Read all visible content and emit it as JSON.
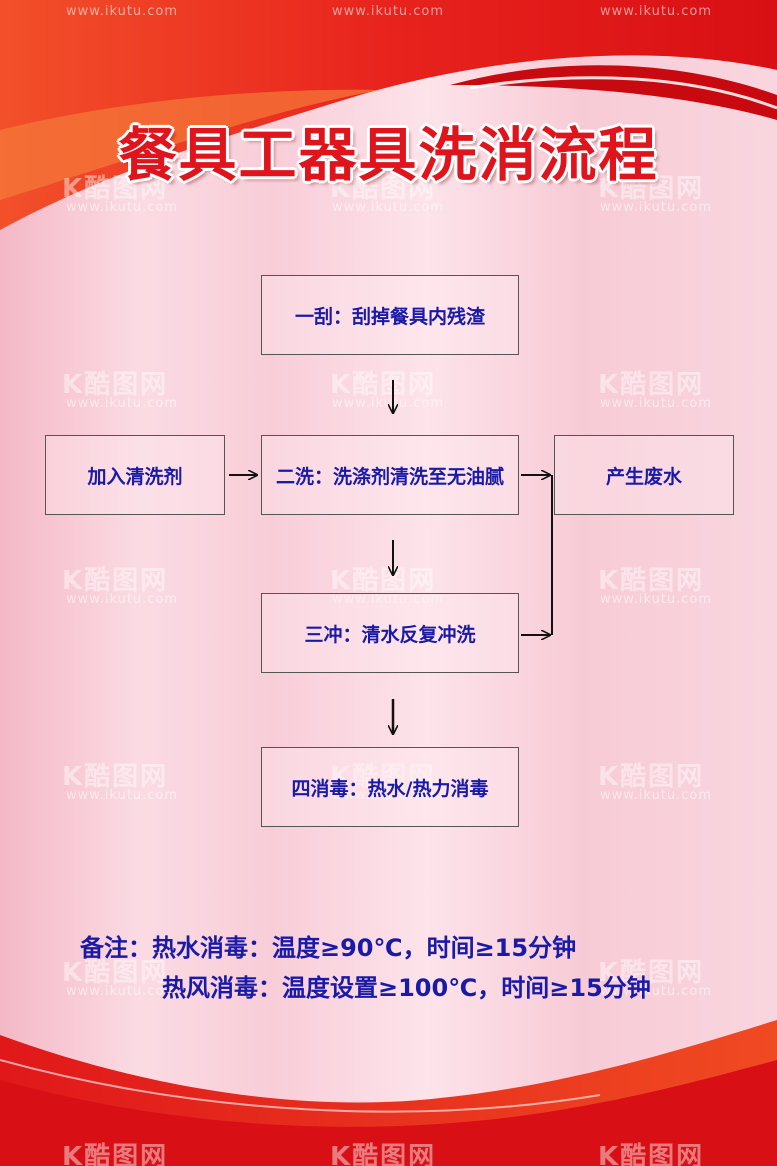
{
  "poster": {
    "title": "餐具工器具洗消流程",
    "colors": {
      "accent_red": "#e0141c",
      "text_blue": "#1a1aa8",
      "background_pink": "#f8cdd8"
    }
  },
  "flow": {
    "steps": [
      {
        "id": "scrape",
        "label": "一刮：刮掉餐具内残渣"
      },
      {
        "id": "detergent",
        "label": "加入清洗剂"
      },
      {
        "id": "wash",
        "label": "二洗：洗涤剂清洗至无油腻"
      },
      {
        "id": "wastewater",
        "label": "产生废水"
      },
      {
        "id": "rinse",
        "label": "三冲：清水反复冲洗"
      },
      {
        "id": "disinfect",
        "label": "四消毒：热水/热力消毒"
      }
    ],
    "connections": [
      {
        "from": "scrape",
        "to": "wash"
      },
      {
        "from": "detergent",
        "to": "wash"
      },
      {
        "from": "wash",
        "to": "wastewater"
      },
      {
        "from": "rinse",
        "to": "wastewater"
      },
      {
        "from": "wash",
        "to": "rinse"
      },
      {
        "from": "rinse",
        "to": "disinfect"
      }
    ]
  },
  "notes": {
    "prefix": "备注：",
    "line1": "热水消毒：温度≥90℃，时间≥15分钟",
    "line2": "热风消毒：温度设置≥100℃，时间≥15分钟"
  },
  "watermark": {
    "url": "www.ikutu.com",
    "logo": "K酷图网"
  }
}
